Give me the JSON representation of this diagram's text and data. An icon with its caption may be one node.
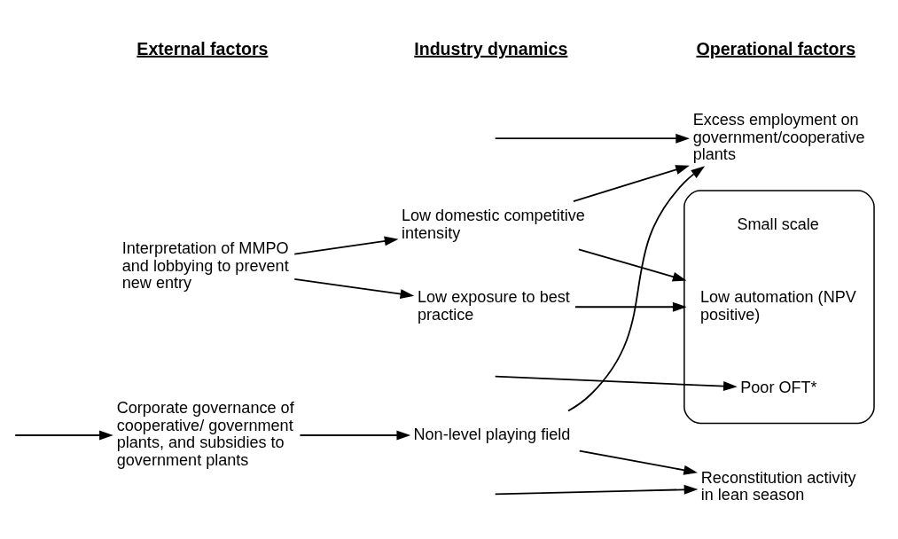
{
  "diagram": {
    "nodes": [
      {
        "text": [
          "Corporate governance of cooperative/ government plants, and subsidies to government plants"
        ]
      },
      {
        "text": [
          "Interpretation of MMPO and lobbying to prevent new entry"
        ]
      },
      {
        "text": [
          "Low domestic competitive intensity"
        ]
      },
      {
        "text": [
          "Low exposure to best practice"
        ]
      },
      {
        "text": [
          "Non-level playing field"
        ]
      },
      {
        "text": [
          "Excess employment on government/cooperative plants"
        ]
      },
      {
        "text": [
          "Reconstitution activity in lean season"
        ]
      },
      {
        "text": [],
        "shape": "bracket"
      },
      {
        "text": [
          "Small scale"
        ],
        "in": 7
      },
      {
        "text": [
          "Low automation (NPV positive)"
        ],
        "in": 7
      },
      {
        "text": [
          "Poor OFT*"
        ],
        "in": 7
      }
    ],
    "edges": [
      {
        "from": 0,
        "to": 4,
        "arrow": "to"
      },
      {
        "from": 1,
        "to": 2,
        "arrow": "to"
      },
      {
        "from": 1,
        "to": 3,
        "arrow": "to"
      },
      {
        "from": 2,
        "to": 5,
        "arrow": "to"
      },
      {
        "from": 2,
        "to": 7,
        "arrow": "to"
      },
      {
        "from": 3,
        "to": 7,
        "arrow": "to"
      },
      {
        "from": 4,
        "to": 5,
        "arrow": "to"
      },
      {
        "from": 4,
        "to": 6,
        "arrow": "to"
      },
      {
        "from": null,
        "to": 5,
        "arrow": "to"
      },
      {
        "from": null,
        "to": 6,
        "arrow": "to"
      },
      {
        "from": null,
        "to": 10,
        "arrow": "to"
      },
      {
        "from": null,
        "to": 0,
        "arrow": "to"
      }
    ],
    "labels": [
      "External factors",
      "Industry dynamics",
      "Operational factors"
    ]
  }
}
